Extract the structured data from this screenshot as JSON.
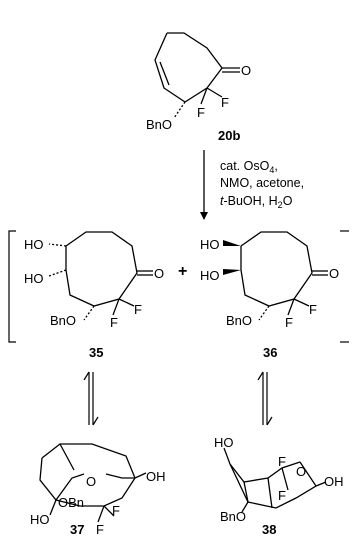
{
  "compounds": {
    "c20b": {
      "label": "20b",
      "O": "O",
      "F1": "F",
      "F2": "F",
      "BnO": "BnO"
    },
    "c35": {
      "label": "35",
      "HO1": "HO",
      "HO2": "HO",
      "O": "O",
      "F1": "F",
      "F2": "F",
      "BnO": "BnO"
    },
    "c36": {
      "label": "36",
      "HO1": "HO",
      "HO2": "HO",
      "O": "O",
      "F1": "F",
      "F2": "F",
      "BnO": "BnO"
    },
    "c37": {
      "label": "37",
      "O": "O",
      "OH": "OH",
      "OBn": "OBn",
      "HO": "HO",
      "F1": "F",
      "F2": "F"
    },
    "c38": {
      "label": "38",
      "HO": "HO",
      "F1": "F",
      "F2": "F",
      "O": "O",
      "OH": "OH",
      "BnO": "BnO"
    }
  },
  "plus": "+",
  "conditions": {
    "line1_pre": "cat. OsO",
    "line1_sub": "4",
    "line1_post": ",",
    "line2": "NMO, acetone,",
    "line3_italic": "t",
    "line3_mid": "-BuOH, H",
    "line3_sub": "2",
    "line3_post": "O"
  }
}
